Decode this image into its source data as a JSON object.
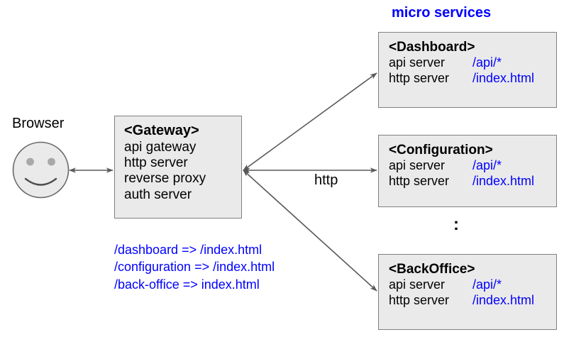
{
  "diagram": {
    "title_micro_services": "micro services",
    "browser": {
      "label": "Browser",
      "icon": "smiley-face-icon",
      "fill": "#eaeaea",
      "stroke": "#666666"
    },
    "gateway": {
      "title": "<Gateway>",
      "lines": [
        "api gateway",
        "http server",
        "reverse proxy",
        "auth server"
      ]
    },
    "routing_rules": [
      "/dashboard => /index.html",
      "/configuration => /index.html",
      "/back-office => index.html"
    ],
    "edge_label_http": "http",
    "ellipsis": ":",
    "services": [
      {
        "title": "<Dashboard>",
        "rows": [
          {
            "label": "api server",
            "path": "/api/*"
          },
          {
            "label": "http server",
            "path": "/index.html"
          }
        ]
      },
      {
        "title": "<Configuration>",
        "rows": [
          {
            "label": "api server",
            "path": "/api/*"
          },
          {
            "label": "http server",
            "path": "/index.html"
          }
        ]
      },
      {
        "title": "<BackOffice>",
        "rows": [
          {
            "label": "api server",
            "path": "/api/*"
          },
          {
            "label": "http server",
            "path": "/index.html"
          }
        ]
      }
    ],
    "colors": {
      "accent_blue": "#0000ff",
      "box_fill": "#eaeaea",
      "box_border": "#808080",
      "arrow": "#595959",
      "text": "#000000"
    }
  }
}
